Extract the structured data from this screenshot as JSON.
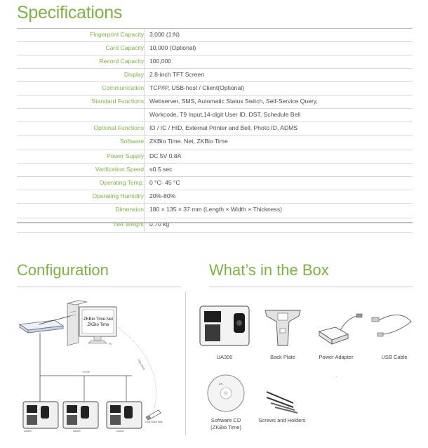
{
  "specifications": {
    "title": "Specifications",
    "rows": [
      {
        "label": "Fingerprint Capacity",
        "value": "3,000 (1:N)"
      },
      {
        "label": "Card Capacity",
        "value": "10,000 (Optional)"
      },
      {
        "label": "Record Capacity",
        "value": "100,000"
      },
      {
        "label": "Display",
        "value": "2.8-inch TFT Screen"
      },
      {
        "label": "Communication",
        "value": "TCP/IP, USB-host / Client(Optional)"
      },
      {
        "label": "Standard Functions",
        "value": "Webserver, SMS, Automatic Status Switch, Self-Service Query,"
      },
      {
        "label": "",
        "value": "Workcode, T9 Input,14-digit User ID, DST, Schedule Bell"
      },
      {
        "label": "Optional Functions",
        "value": "ID / IC / HID, External Printer and Bell, Photo ID, ADMS"
      },
      {
        "label": "Software",
        "value": "ZKBio Time. Net, ZKBio Time"
      },
      {
        "label": "Power Supply",
        "value": "DC 5V 0.8A"
      },
      {
        "label": "Verification Speed",
        "value": "≤0.5 sec"
      },
      {
        "label": "Operating Temp.",
        "value": "0 °C- 45 °C"
      },
      {
        "label": "Operating Humidity",
        "value": "20%-80%"
      },
      {
        "label": "Dimension",
        "value": "180 × 135 × 37 mm (Length × Width × Thickness)"
      },
      {
        "label": "Net Weight",
        "value": "0.70 kg"
      }
    ]
  },
  "configuration": {
    "title": "Configuration",
    "monitor_text_1": "ZKBio Time.Net",
    "monitor_text_2": "ZKBio Time",
    "pc_label": "PC",
    "tcpip_label": "TCP/IP",
    "usb_client_label": "USB Client",
    "usb_flash_label": "USB Flash Disk",
    "device_labels": [
      "UA300",
      "UA300",
      "UA300"
    ]
  },
  "box": {
    "title": "What’s in the Box",
    "items": [
      {
        "label": "UA300"
      },
      {
        "label": "Back Plate"
      },
      {
        "label": "Power Adapter"
      },
      {
        "label": "USB Cable"
      },
      {
        "label": "Software CD\n(ZKBio Time)"
      },
      {
        "label": "Screws and Holders"
      }
    ]
  }
}
